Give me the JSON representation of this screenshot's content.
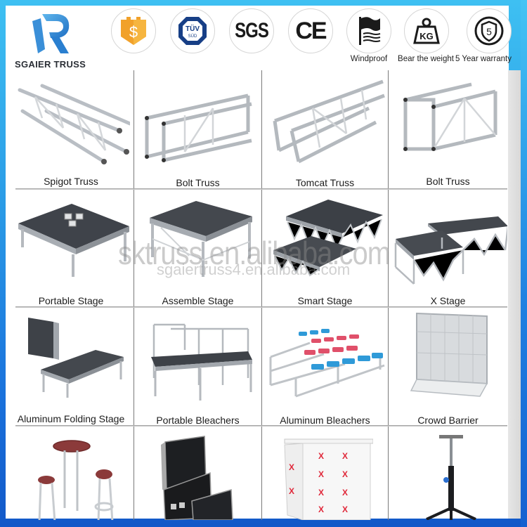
{
  "brand": {
    "name": "SGAIER TRUSS",
    "logo_icon": "sr-ribbon-logo",
    "frame_colors": {
      "top": "#3ec0f2",
      "bottom": "#1258c8"
    }
  },
  "header": {
    "badges": [
      {
        "icon": "dollar-shield-icon",
        "caption": ""
      },
      {
        "icon": "tuv-sud-icon",
        "caption": "",
        "text": "TÜV",
        "subtext": "SÜD"
      },
      {
        "icon": "sgs-icon",
        "caption": "",
        "text": "SGS"
      },
      {
        "icon": "ce-mark-icon",
        "caption": "",
        "text": "CE"
      },
      {
        "icon": "flag-wind-icon",
        "caption": "Windproof"
      },
      {
        "icon": "kg-weight-icon",
        "caption": "Bear the weight",
        "text": "KG"
      },
      {
        "icon": "shield-5-icon",
        "caption": "5 Year warranty",
        "text": "5"
      }
    ]
  },
  "watermark": {
    "line1": "sktruss.en.alibaba.com",
    "line2": "sgaiertruss4.en.alibaba.com"
  },
  "products": [
    {
      "label": "Spigot Truss",
      "image": "spigot-truss"
    },
    {
      "label": "Bolt Truss",
      "image": "bolt-truss"
    },
    {
      "label": "Tomcat Truss",
      "image": "tomcat-truss"
    },
    {
      "label": "Bolt Truss",
      "image": "bolt-truss-short"
    },
    {
      "label": "Portable Stage",
      "image": "portable-stage"
    },
    {
      "label": "Assemble Stage",
      "image": "assemble-stage"
    },
    {
      "label": "Smart Stage",
      "image": "smart-stage"
    },
    {
      "label": "X Stage",
      "image": "x-stage"
    },
    {
      "label": "Aluminum Folding Stage",
      "image": "folding-stage"
    },
    {
      "label": "Portable Bleachers",
      "image": "portable-bleachers"
    },
    {
      "label": "Aluminum Bleachers",
      "image": "aluminum-bleachers"
    },
    {
      "label": "Crowd Barrier",
      "image": "crowd-barrier"
    },
    {
      "label": "",
      "image": "bar-table-stools"
    },
    {
      "label": "",
      "image": "flight-case"
    },
    {
      "label": "",
      "image": "bar-counter"
    },
    {
      "label": "",
      "image": "lifting-tower"
    }
  ]
}
